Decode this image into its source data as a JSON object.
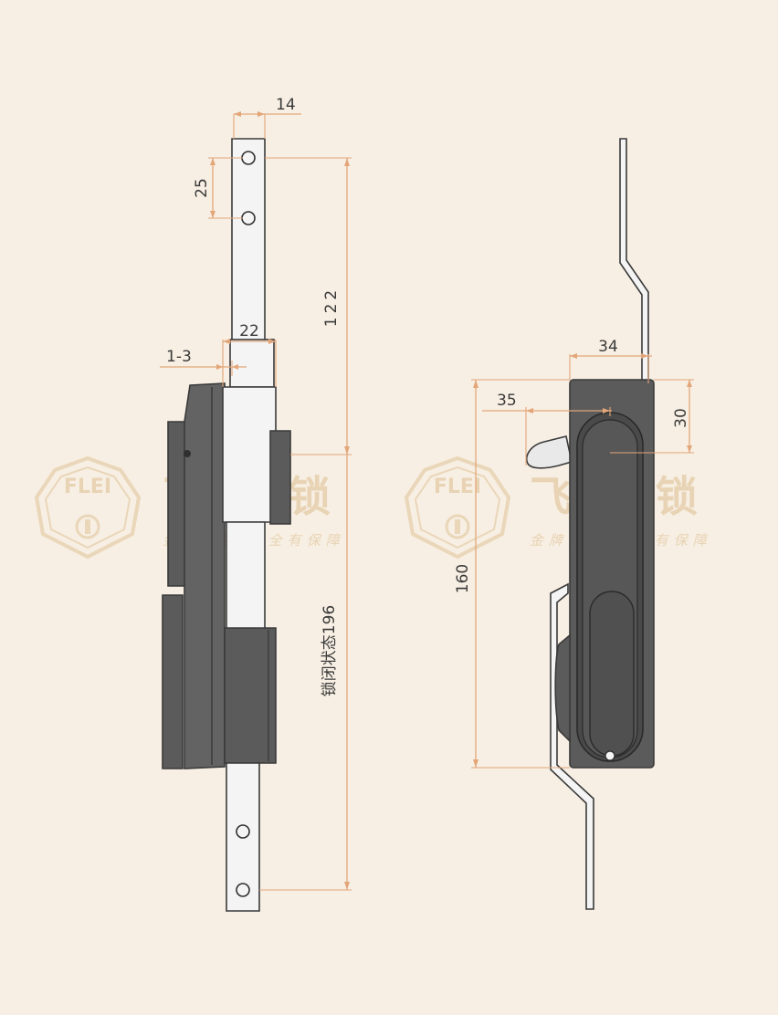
{
  "watermark": {
    "logo_text": "FLEI",
    "brand_name": "飞雷柜锁",
    "slogan": "金牌品质  安全有保障"
  },
  "side_view": {
    "dimensions": {
      "width_top": "14",
      "hole_spacing": "25",
      "bar_width": "22",
      "panel_thickness": "1-3",
      "upper_length": "122",
      "closed_length": "锁闭状态196"
    }
  },
  "front_view": {
    "dimensions": {
      "width": "34",
      "cam_offset": "35",
      "top_offset": "30",
      "height": "160"
    }
  },
  "colors": {
    "background": "#f7efe3",
    "dimension_line": "#e3a679",
    "body_dark": "#5b5b5b",
    "metal_light": "#f4f4f4",
    "watermark": "#e8d3b4"
  }
}
